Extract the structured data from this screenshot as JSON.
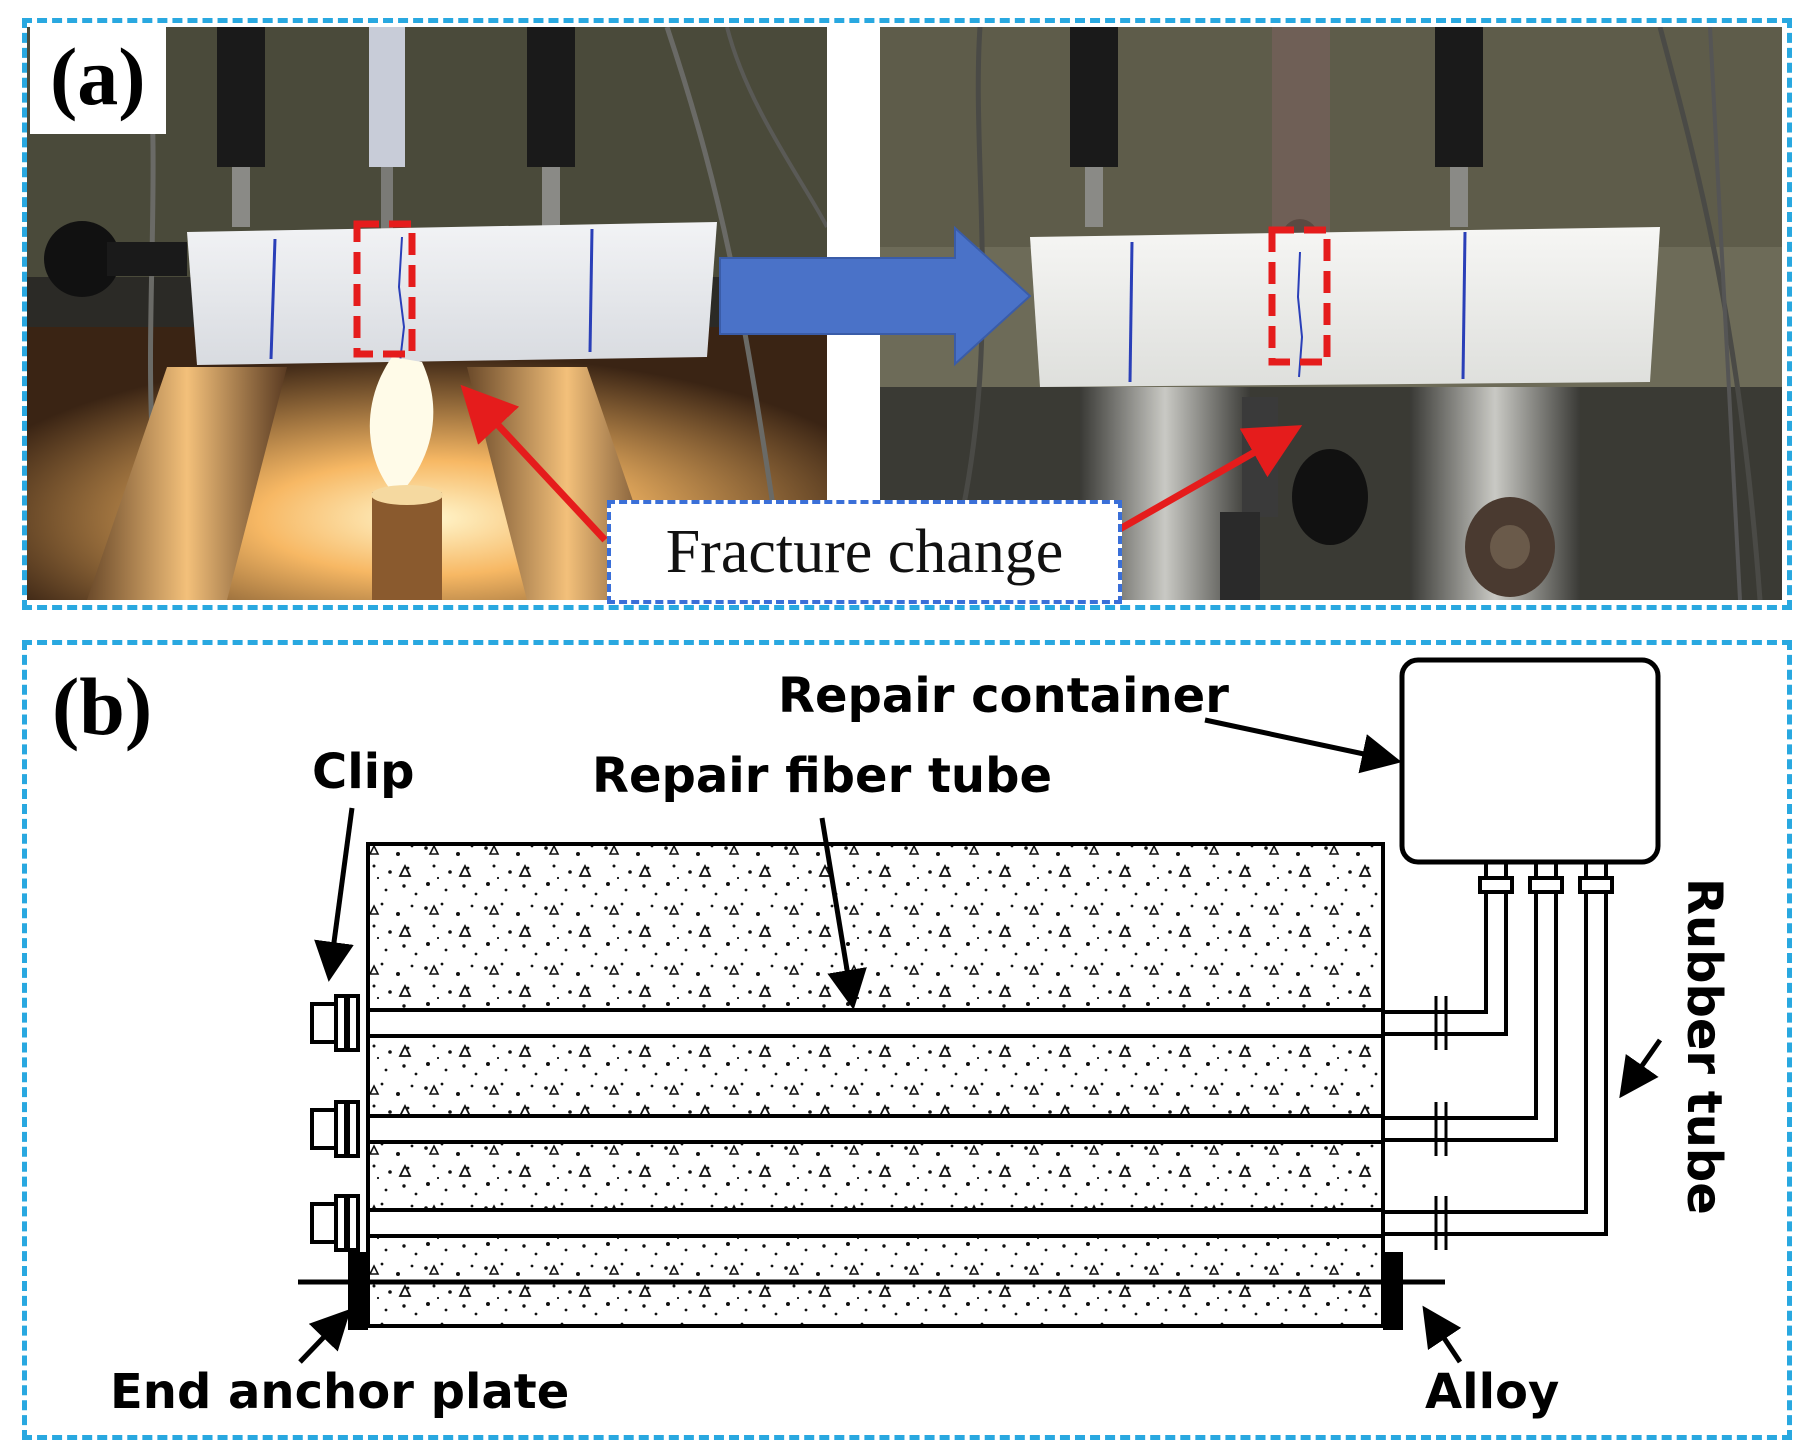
{
  "panel_a": {
    "label": "(a)",
    "callout": "Fracture change"
  },
  "panel_b": {
    "label": "(b)",
    "labels": {
      "repair_container": "Repair container",
      "clip": "Clip",
      "repair_fiber_tube": "Repair fiber tube",
      "rubber_tube": "Rubber tube",
      "end_anchor_plate": "End anchor plate",
      "alloy": "Alloy"
    }
  },
  "colors": {
    "panel_border": "#29a8e0",
    "highlight_box": "#e51c1c",
    "arrow_red": "#e51c1c",
    "flow_arrow": "#4a72c8",
    "callout_border": "#3a6fd8",
    "pen_line": "#2a3fb8"
  }
}
